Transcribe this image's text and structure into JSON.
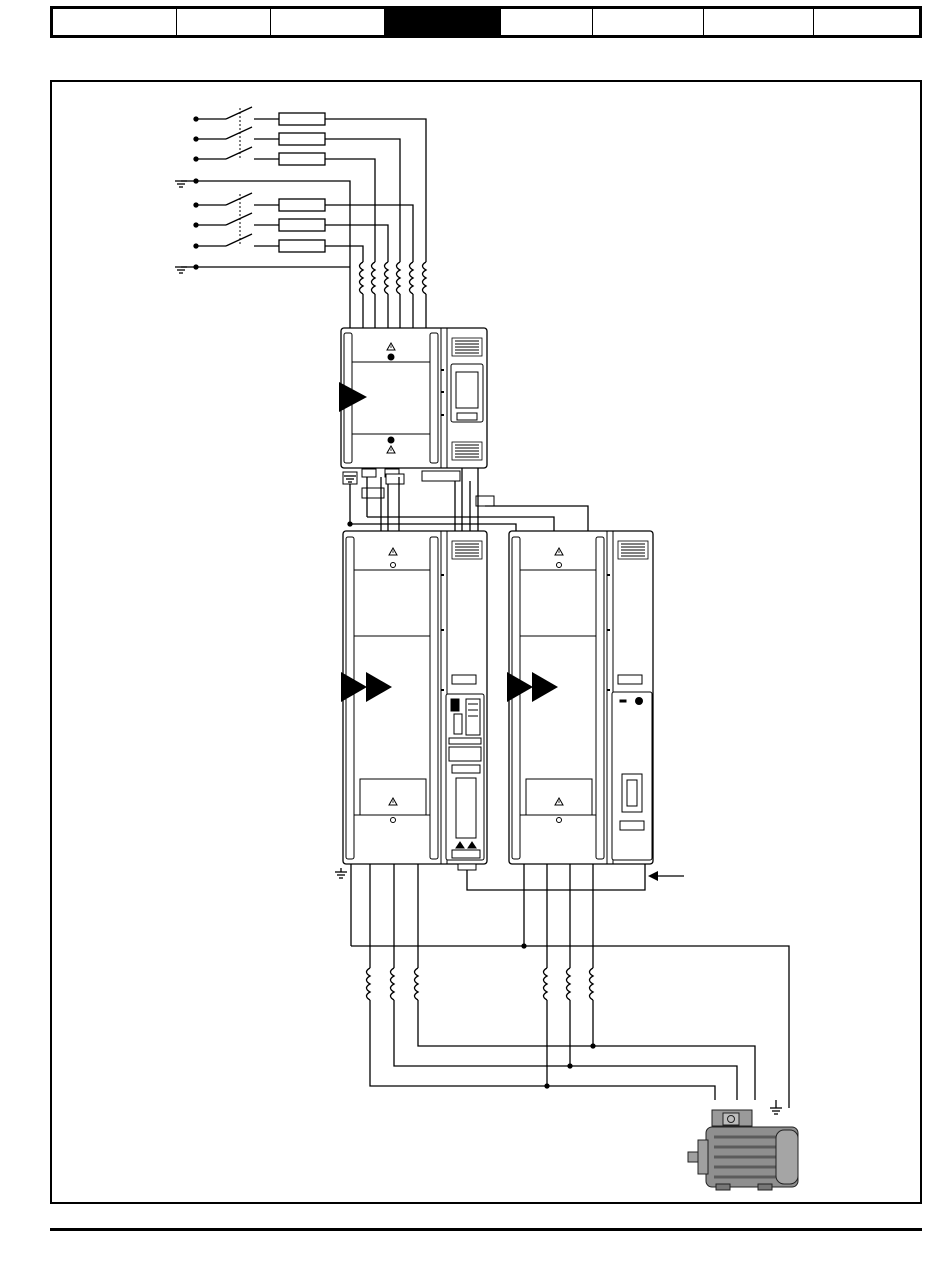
{
  "header": {
    "tabs": [
      {
        "id": "tab-1",
        "active": false
      },
      {
        "id": "tab-2",
        "active": false
      },
      {
        "id": "tab-3",
        "active": false
      },
      {
        "id": "tab-4",
        "active": true
      },
      {
        "id": "tab-5",
        "active": false
      },
      {
        "id": "tab-6",
        "active": false
      },
      {
        "id": "tab-7",
        "active": false
      },
      {
        "id": "tab-8",
        "active": false
      }
    ]
  },
  "diagram": {
    "colors": {
      "line": "#000000",
      "panel": "#ffffff",
      "motor": "#9a9a9a",
      "motor_dark": "#6e6e6e"
    },
    "supply_groups": 2,
    "phases_per_group": 3,
    "drive_modules": 3,
    "motor": 1
  }
}
